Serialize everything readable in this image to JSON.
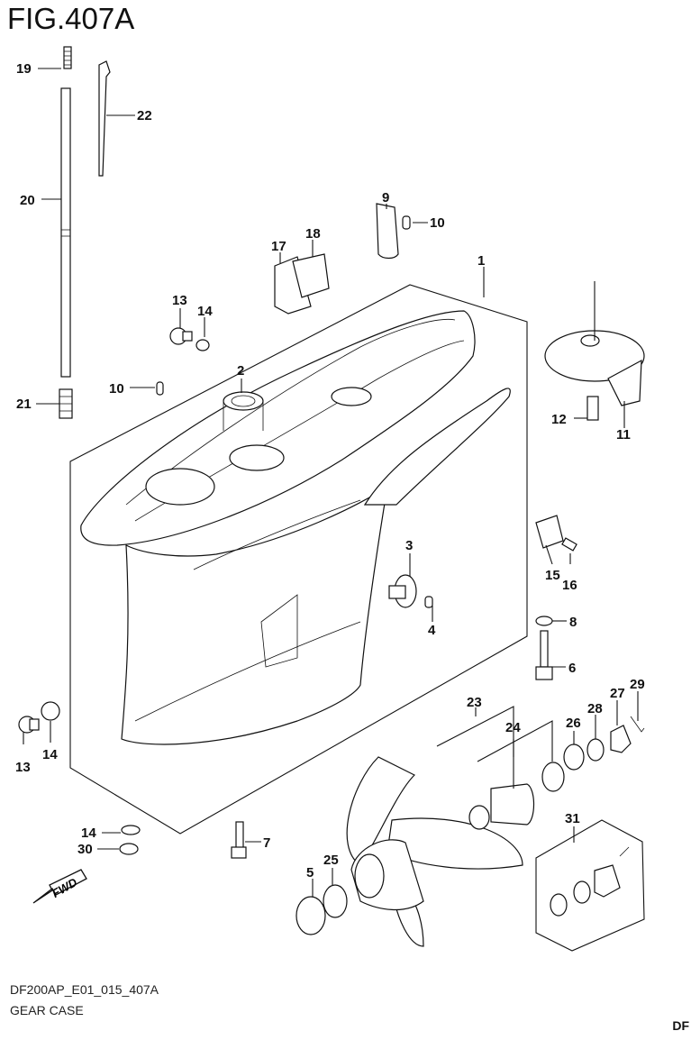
{
  "figure": {
    "title": "FIG.407A",
    "code": "DF200AP_E01_015_407A",
    "name": "GEAR CASE",
    "corner_mark": "DF",
    "fwd_arrow_text": "FWD"
  },
  "callouts": [
    {
      "id": "19",
      "part": "19"
    },
    {
      "id": "22",
      "part": "22"
    },
    {
      "id": "20",
      "part": "20"
    },
    {
      "id": "21",
      "part": "21"
    },
    {
      "id": "9",
      "part": "9"
    },
    {
      "id": "10a",
      "part": "10"
    },
    {
      "id": "17",
      "part": "17"
    },
    {
      "id": "18",
      "part": "18"
    },
    {
      "id": "1",
      "part": "1"
    },
    {
      "id": "13a",
      "part": "13"
    },
    {
      "id": "14a",
      "part": "14"
    },
    {
      "id": "2",
      "part": "2"
    },
    {
      "id": "10b",
      "part": "10"
    },
    {
      "id": "12",
      "part": "12"
    },
    {
      "id": "11",
      "part": "11"
    },
    {
      "id": "3",
      "part": "3"
    },
    {
      "id": "15",
      "part": "15"
    },
    {
      "id": "16",
      "part": "16"
    },
    {
      "id": "8",
      "part": "8"
    },
    {
      "id": "4",
      "part": "4"
    },
    {
      "id": "6",
      "part": "6"
    },
    {
      "id": "23",
      "part": "23"
    },
    {
      "id": "29",
      "part": "29"
    },
    {
      "id": "27",
      "part": "27"
    },
    {
      "id": "28",
      "part": "28"
    },
    {
      "id": "26",
      "part": "26"
    },
    {
      "id": "24",
      "part": "24"
    },
    {
      "id": "13b",
      "part": "13"
    },
    {
      "id": "14b",
      "part": "14"
    },
    {
      "id": "14c",
      "part": "14"
    },
    {
      "id": "30",
      "part": "30"
    },
    {
      "id": "7",
      "part": "7"
    },
    {
      "id": "31",
      "part": "31"
    },
    {
      "id": "5",
      "part": "5"
    },
    {
      "id": "25",
      "part": "25"
    }
  ]
}
